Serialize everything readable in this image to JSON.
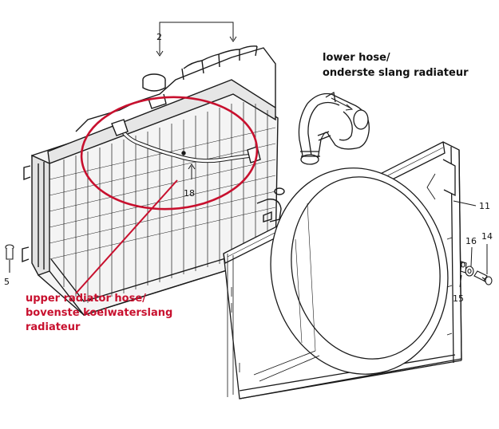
{
  "callouts": {
    "lower_hose": {
      "line1": "lower hose/",
      "line2": "onderste slang radiateur"
    },
    "upper_hose": {
      "line1": "upper radiator hose/",
      "line2": "bovenste koelwaterslang",
      "line3": "radiateur"
    }
  },
  "part_numbers": {
    "p2": "2",
    "p5": "5",
    "p11": "11",
    "p14": "14",
    "p15": "15",
    "p16": "16",
    "p18": "18"
  },
  "colors": {
    "highlight": "#c8102e",
    "ink": "#1a1a1a"
  }
}
